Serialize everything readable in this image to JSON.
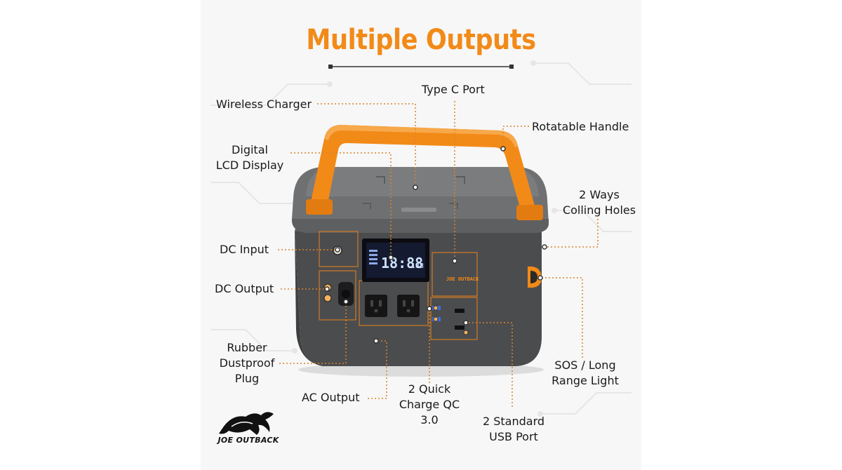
{
  "title": "Multiple Outputs",
  "labels": {
    "wireless_charger": "Wireless Charger",
    "type_c_port": "Type C Port",
    "rotatable_handle": "Rotatable Handle",
    "digital_lcd_line1": "Digital",
    "digital_lcd_line2": "LCD Display",
    "cooling_holes_line1": "2 Ways",
    "cooling_holes_line2": "Colling Holes",
    "dc_input": "DC Input",
    "dc_output": "DC Output",
    "rubber_plug_line1": "Rubber",
    "rubber_plug_line2": "Dustproof",
    "rubber_plug_line3": "Plug",
    "ac_output": "AC Output",
    "qc_line1": "2 Quick",
    "qc_line2": "Charge QC",
    "qc_line3": "3.0",
    "usb_line1": "2 Standard",
    "usb_line2": "USB Port",
    "sos_line1": "SOS / Long",
    "sos_line2": "Range Light"
  },
  "lcd_readout": {
    "main": "18:88",
    "side": "188"
  },
  "device_brand": "JOE OUTBACK",
  "logo_text": "JOE OUTBACK",
  "colors": {
    "accent": "#f28a18",
    "body": "#4a4b4d",
    "lid": "#6b6c6e",
    "leader": "#d9842a"
  }
}
